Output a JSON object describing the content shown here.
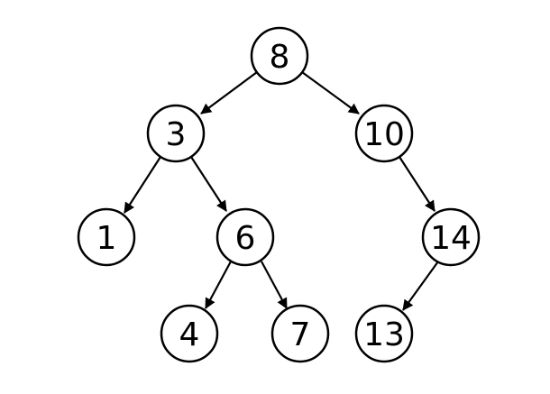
{
  "tree": {
    "nodes": [
      {
        "id": "n8",
        "label": "8"
      },
      {
        "id": "n3",
        "label": "3"
      },
      {
        "id": "n10",
        "label": "10"
      },
      {
        "id": "n1",
        "label": "1"
      },
      {
        "id": "n6",
        "label": "6"
      },
      {
        "id": "n14",
        "label": "14"
      },
      {
        "id": "n4",
        "label": "4"
      },
      {
        "id": "n7",
        "label": "7"
      },
      {
        "id": "n13",
        "label": "13"
      }
    ],
    "edges": [
      {
        "from": "8",
        "to": "3"
      },
      {
        "from": "8",
        "to": "10"
      },
      {
        "from": "3",
        "to": "1"
      },
      {
        "from": "3",
        "to": "6"
      },
      {
        "from": "10",
        "to": "14"
      },
      {
        "from": "6",
        "to": "4"
      },
      {
        "from": "6",
        "to": "7"
      },
      {
        "from": "14",
        "to": "13"
      }
    ]
  }
}
